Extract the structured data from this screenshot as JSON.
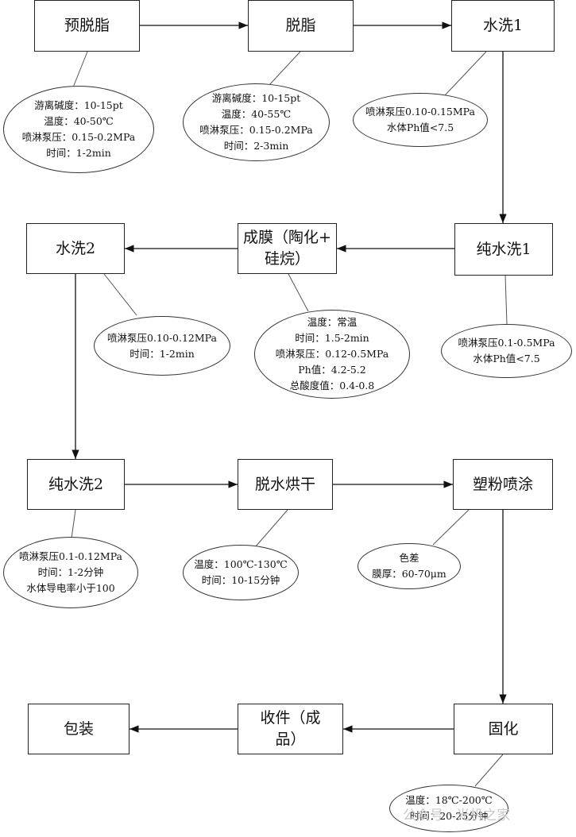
{
  "steps": {
    "s1": "预脱脂",
    "s2": "脱脂",
    "s3": "水洗1",
    "s4": "纯水洗1",
    "s5a": "成膜（陶化+",
    "s5b": "硅烷）",
    "s6": "水洗2",
    "s7": "纯水洗2",
    "s8": "脱水烘干",
    "s9": "塑粉喷涂",
    "s10": "固化",
    "s11a": "收件（成",
    "s11b": "品）",
    "s12": "包装"
  },
  "params": {
    "p1": [
      "游离碱度：10-15pt",
      "温度：40-50℃",
      "喷淋泵压：0.15-0.2MPa",
      "时间：1-2min"
    ],
    "p2": [
      "游离碱度：10-15pt",
      "温度：40-55℃",
      "喷淋泵压：0.15-0.2MPa",
      "时间：2-3min"
    ],
    "p3": [
      "喷淋泵压0.10-0.15MPa",
      "水体Ph值<7.5"
    ],
    "p4": [
      "喷淋泵压0.1-0.5MPa",
      "水体Ph值<7.5"
    ],
    "p5": [
      "温度：常温",
      "时间：1.5-2min",
      "喷淋泵压：0.12-0.5MPa",
      "Ph值：4.2-5.2",
      "总酸度值：0.4-0.8"
    ],
    "p6": [
      "喷淋泵压0.10-0.12MPa",
      "时间：1-2min"
    ],
    "p7": [
      "喷淋泵压0.1-0.12MPa",
      "时间：1-2分钟",
      "水体导电率小于100"
    ],
    "p8": [
      "温度：100℃-130℃",
      "时间：10-15分钟"
    ],
    "p9": [
      "色差",
      "膜厚：60-70μm"
    ],
    "p10": [
      "温度：18℃-200℃",
      "时间：20-25分钟"
    ]
  },
  "watermark": "公众号 · 光机之家"
}
